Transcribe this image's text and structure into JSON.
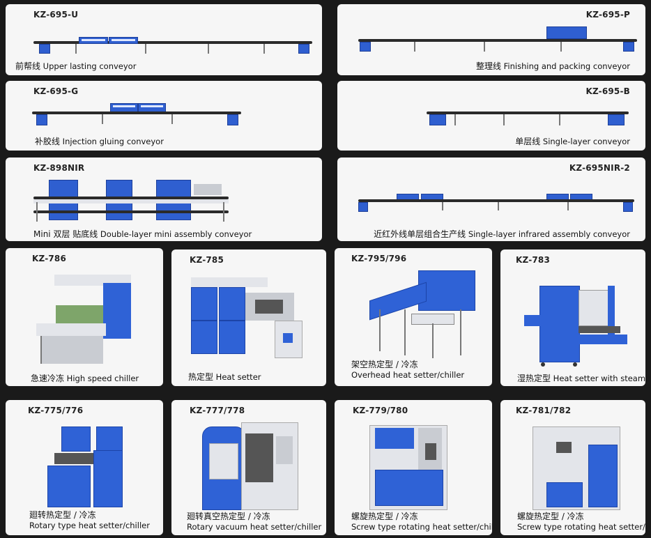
{
  "conveyors": [
    {
      "code": "KZ-695-U",
      "cn": "前帮线",
      "en": "Upper lasting conveyor"
    },
    {
      "code": "KZ-695-P",
      "cn": "整理线",
      "en": "Finishing and packing conveyor"
    },
    {
      "code": "KZ-695-G",
      "cn": "补胶线",
      "en": "Injection gluing conveyor"
    },
    {
      "code": "KZ-695-B",
      "cn": "单层线",
      "en": "Single-layer conveyor"
    },
    {
      "code": "KZ-898NIR",
      "cn": "Mini 双层 贴底线",
      "en": "Double-layer mini assembly conveyor"
    },
    {
      "code": "KZ-695NIR-2",
      "cn": "近红外线单层组合生产线",
      "en": "Single-layer infrared assembly conveyor"
    }
  ],
  "machines": [
    {
      "code": "KZ-786",
      "cn": "急速冷冻",
      "en": "High speed chiller"
    },
    {
      "code": "KZ-785",
      "cn": "热定型",
      "en": "Heat setter"
    },
    {
      "code": "KZ-795/796",
      "cn": "架空热定型 / 冷冻",
      "en": "Overhead heat setter/chiller"
    },
    {
      "code": "KZ-783",
      "cn": "湿热定型",
      "en": "Heat setter with steam"
    },
    {
      "code": "KZ-775/776",
      "cn": "廻转热定型 / 冷冻",
      "en": "Rotary type heat setter/chiller"
    },
    {
      "code": "KZ-777/778",
      "cn": "廻转真空热定型 / 冷冻",
      "en": "Rotary vacuum heat setter/chiller"
    },
    {
      "code": "KZ-779/780",
      "cn": "螺旋热定型 / 冷冻",
      "en": "Screw type rotating heat setter/chiller"
    },
    {
      "code": "KZ-781/782",
      "cn": "螺旋热定型 / 冷冻",
      "en": "Screw type rotating heat setter/chiller"
    }
  ],
  "colors": {
    "accent": "#2f62d6",
    "background": "#1a1a1a",
    "card": "#f6f6f6"
  }
}
